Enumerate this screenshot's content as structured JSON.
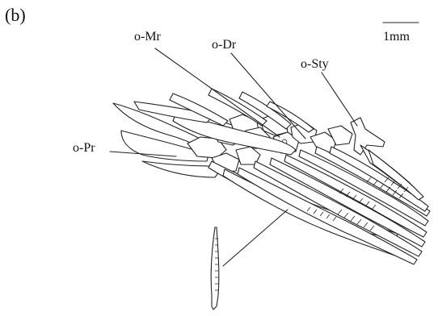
{
  "figure": {
    "panel_label": "(b)",
    "labels": {
      "mr": "o-Mr",
      "dr": "o-Dr",
      "sty": "o-Sty",
      "pr": "o-Pr"
    },
    "scale_bar_label": "1mm"
  }
}
